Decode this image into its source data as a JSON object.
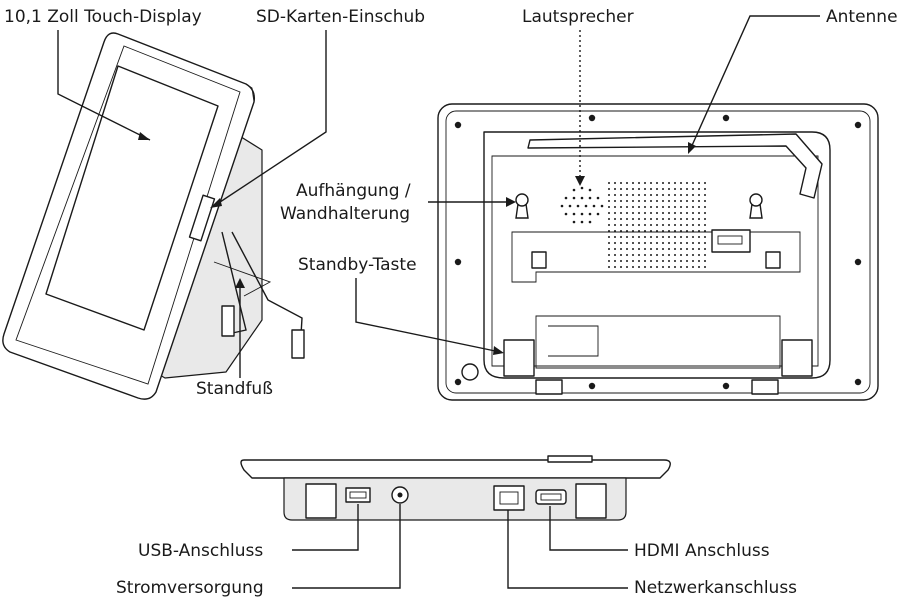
{
  "labels": {
    "touch_display": "10,1 Zoll Touch-Display",
    "sd_slot": "SD-Karten-Einschub",
    "speaker": "Lautsprecher",
    "antenna": "Antenne",
    "wall_mount_line1": "Aufhängung /",
    "wall_mount_line2": "Wandhalterung",
    "standby": "Standby-Taste",
    "stand": "Standfuß",
    "usb": "USB-Anschluss",
    "power": "Stromversorgung",
    "hdmi": "HDMI Anschluss",
    "network": "Netzwerkanschluss"
  },
  "colors": {
    "line": "#1a1a1a",
    "background": "#ffffff"
  }
}
